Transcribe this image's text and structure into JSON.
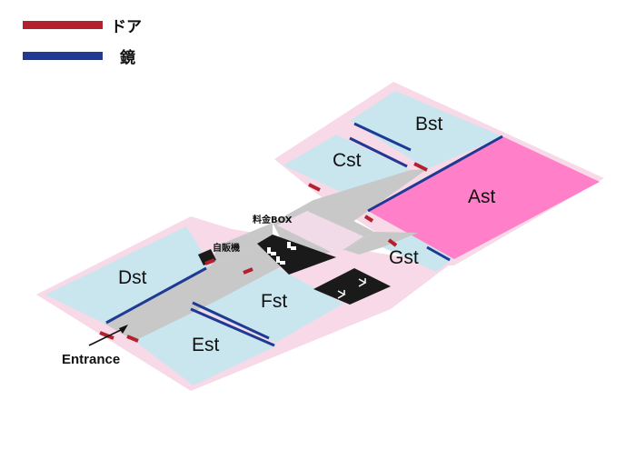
{
  "legend": {
    "door_label": "ドア",
    "mirror_label": "鏡",
    "door_color": "#b5202e",
    "mirror_color": "#1f3a93"
  },
  "rooms": {
    "ast": "Ast",
    "bst": "Bst",
    "cst": "Cst",
    "dst": "Dst",
    "est": "Est",
    "fst": "Fst",
    "gst": "Gst"
  },
  "labels": {
    "payment_box": "料金BOX",
    "vending_machine": "自販機",
    "entrance": "Entrance"
  },
  "colors": {
    "room_fill": "#c9e6ef",
    "room_outline": "#f7d9e7",
    "feature_room": "#ff80c8",
    "corridor": "#c8c8c8",
    "payment_area": "#f2dbe9",
    "restroom": "#1a1a1a"
  },
  "icons": [
    "toilet-icon",
    "hanger-icon",
    "entrance-arrow-icon"
  ]
}
